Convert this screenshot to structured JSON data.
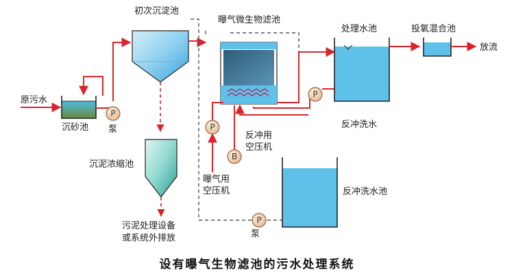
{
  "labels": {
    "primary_settling_tank": "初次沉淀池",
    "baf_tank": "曝气微生物滤池",
    "treated_water_tank": "处理水池",
    "chlorination_mix_tank": "投氧混合池",
    "discharge": "放流",
    "raw_sewage": "原污水",
    "grit_chamber": "沉砂池",
    "pump_1": "泵",
    "sludge_thickener": "沉泥浓缩池",
    "sludge_disposal": "污泥处理设备\n或系统外排放",
    "aeration_blower": "曝气用\n空压机",
    "backwash_blower": "反冲用\n空压机",
    "backwash_water": "反冲洗水",
    "backwash_tank": "反冲洗水池",
    "pump_2": "泵",
    "caption": "设有曝气生物滤池的污水处理系统"
  },
  "pump_markers": {
    "pump_letter": "P",
    "blower_letter": "B"
  },
  "colors": {
    "water_pipe": "#d9242b",
    "air_dash": "#555555",
    "water_blue": "#5fc1ea",
    "pump_fill": "#f6d9b5"
  }
}
